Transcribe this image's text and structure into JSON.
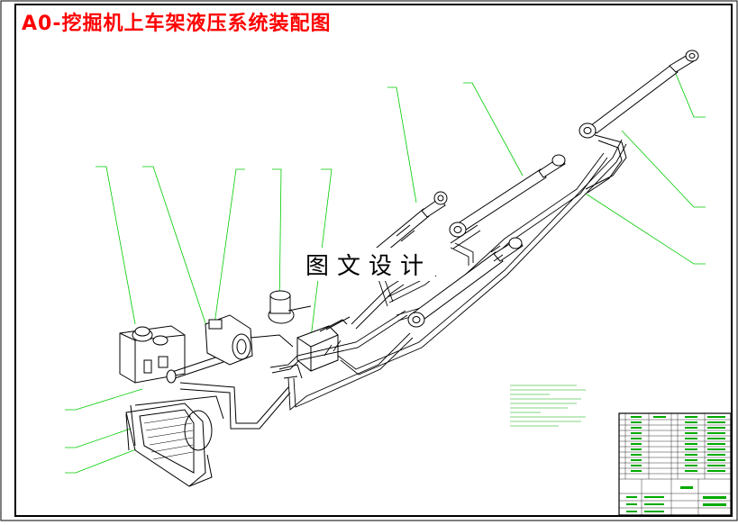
{
  "drawing": {
    "title": "A0-挖掘机上车架液压系统装配图",
    "watermark": "图文设计"
  },
  "colors": {
    "title": "#ff0000",
    "leader_lines": "#00cc00",
    "linework": "#000000",
    "title_block_text": "#00aa00"
  },
  "parts": [
    {
      "id": "hydraulic-tank"
    },
    {
      "id": "suction-hose"
    },
    {
      "id": "hydraulic-pump"
    },
    {
      "id": "swing-motor"
    },
    {
      "id": "control-valve"
    },
    {
      "id": "bucket-cylinder"
    },
    {
      "id": "arm-cylinder"
    },
    {
      "id": "boom-cylinder"
    },
    {
      "id": "oil-cooler"
    },
    {
      "id": "piping"
    }
  ],
  "notes": {
    "present": true
  },
  "title_block": {
    "present": true
  }
}
